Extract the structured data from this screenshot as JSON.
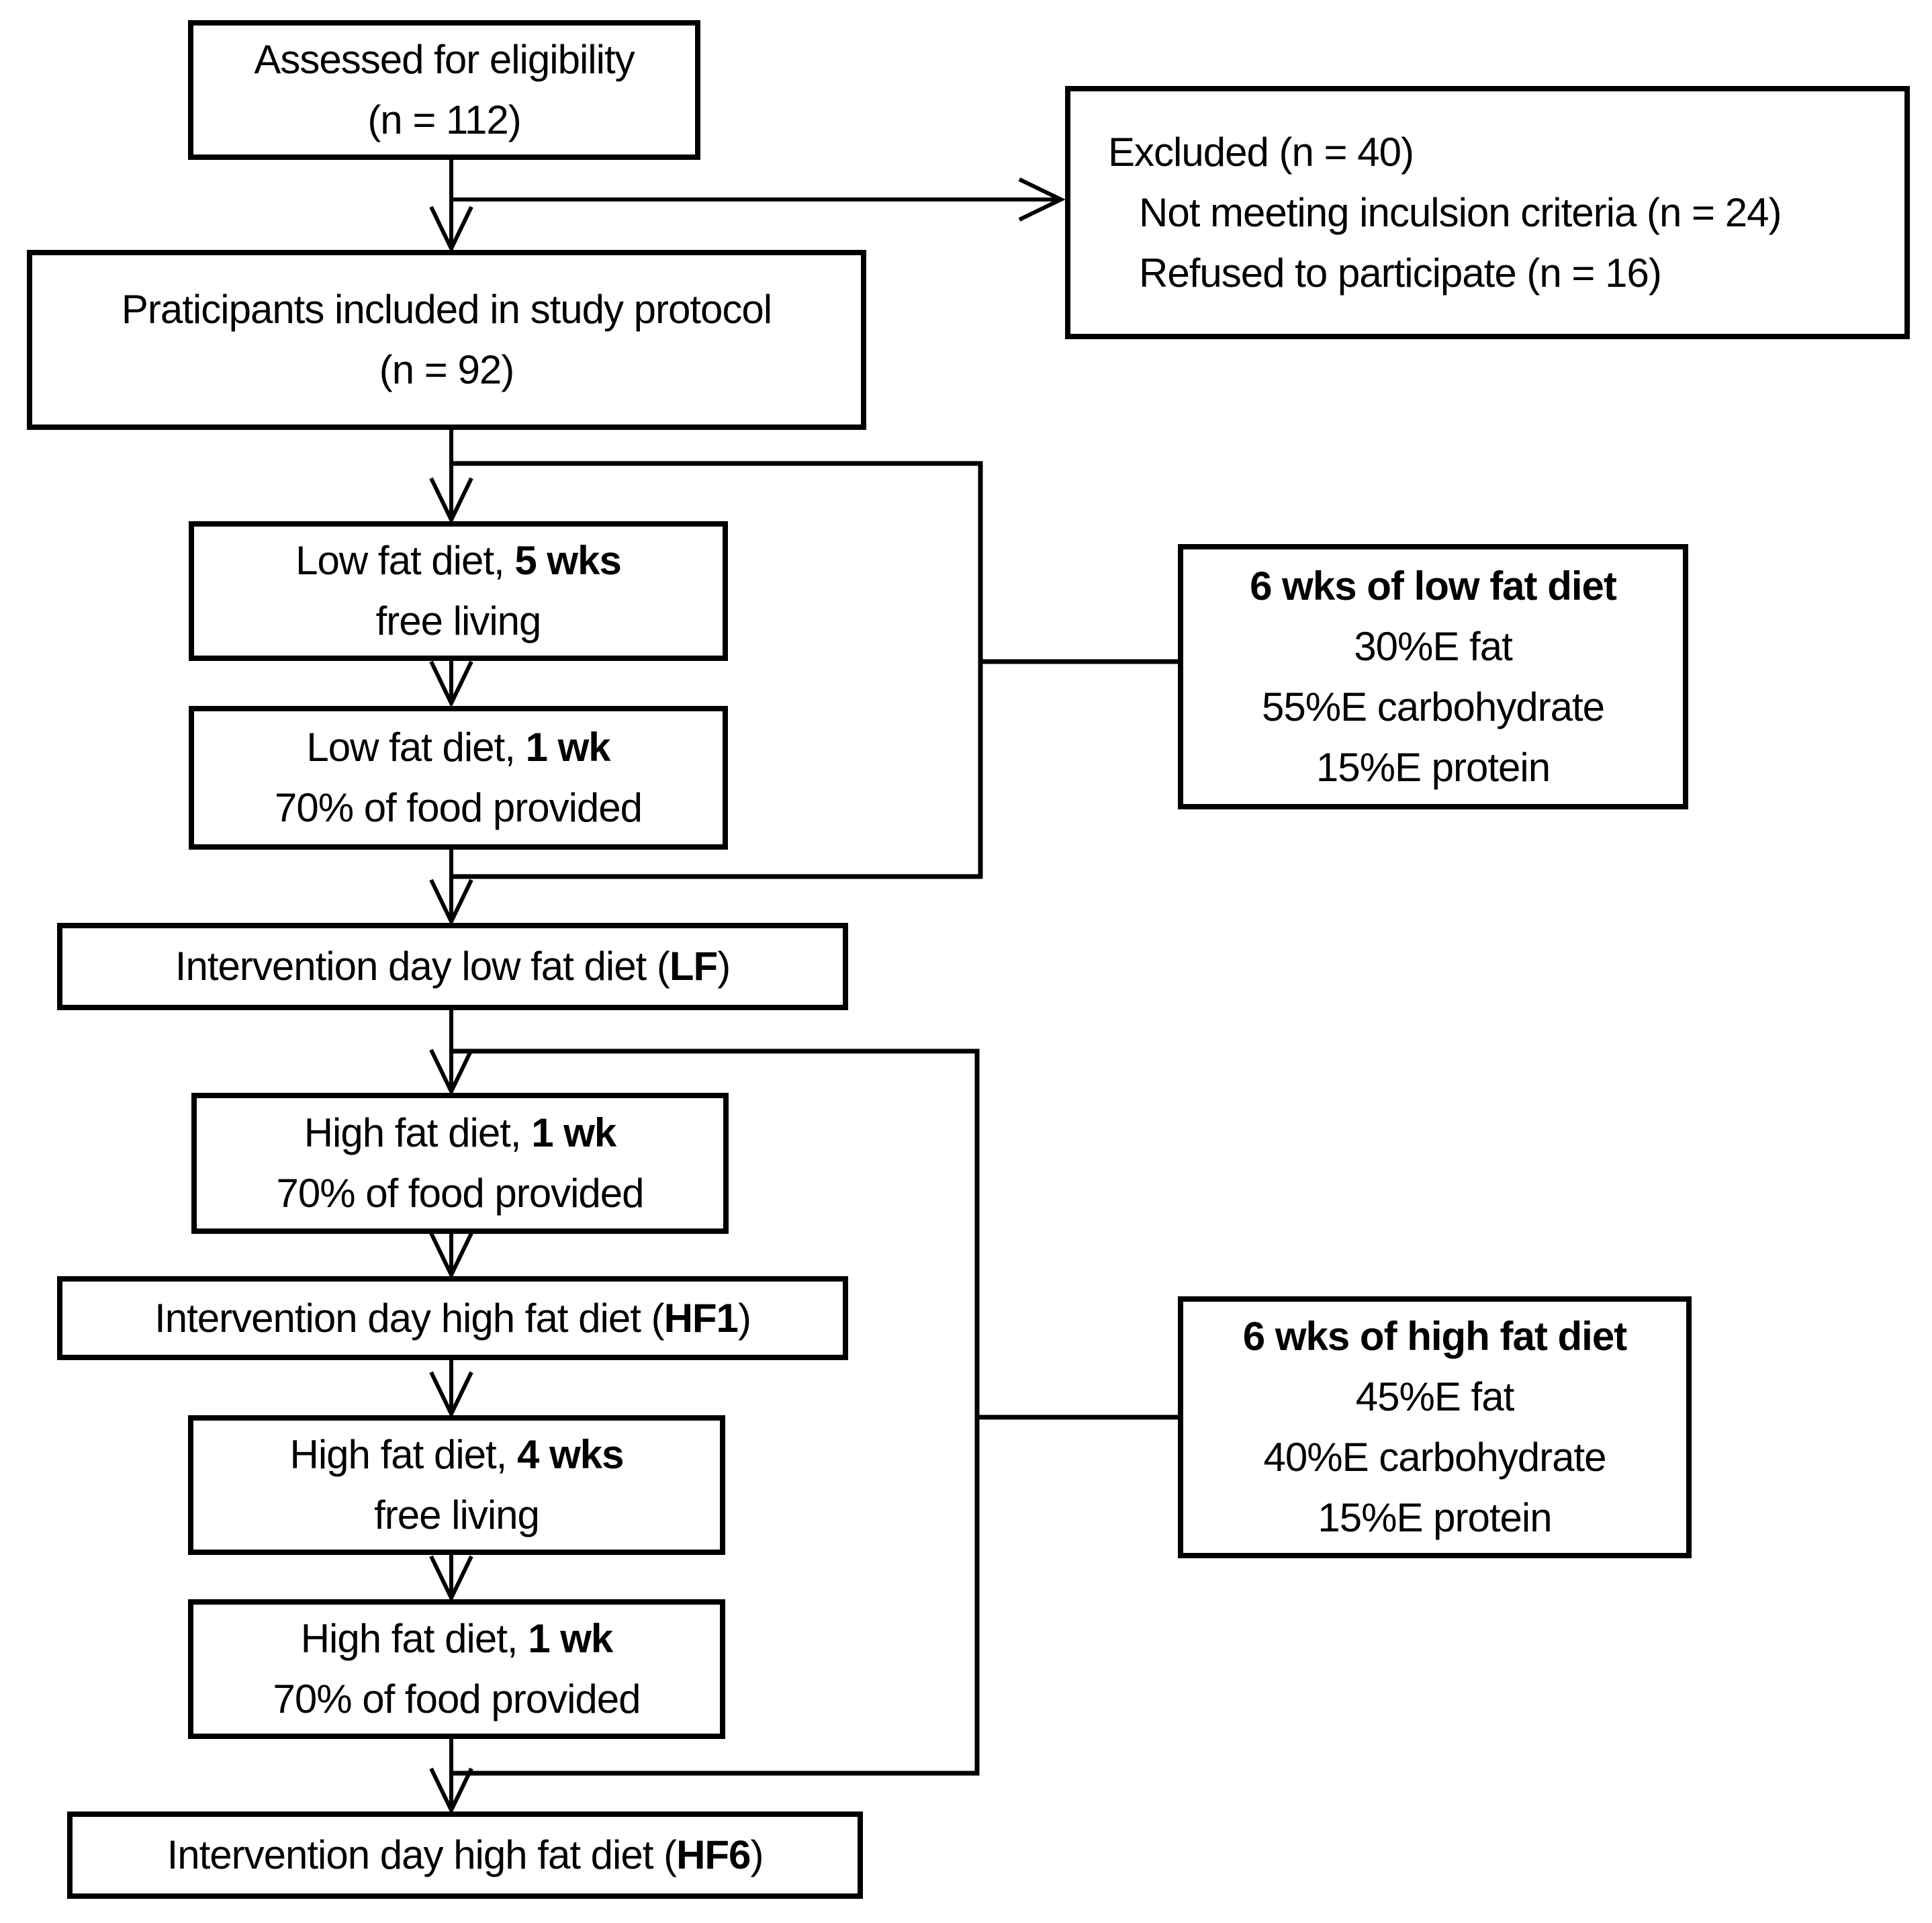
{
  "colors": {
    "line": "#000000",
    "background": "#ffffff",
    "box_fill": "#ffffff"
  },
  "boxes": {
    "assessed": {
      "line1": "Assessed for eligibility",
      "line2": "(n = 112)"
    },
    "excluded": {
      "line1": "Excluded (n = 40)",
      "line2": "Not meeting inculsion criteria (n = 24)",
      "line3": "Refused to participate (n = 16)"
    },
    "participants": {
      "line1": "Praticipants included in study protocol",
      "line2": "(n = 92)"
    },
    "low_fat_5wks": {
      "l1_pre": "Low fat diet, ",
      "l1_bold": "5 wks",
      "line2": "free living"
    },
    "low_fat_1wk": {
      "l1_pre": "Low fat diet, ",
      "l1_bold": "1 wk",
      "line2": "70% of food provided"
    },
    "low_fat_info": {
      "title": "6 wks of low fat diet",
      "line2": "30%E fat",
      "line3": "55%E carbohydrate",
      "line4": "15%E protein"
    },
    "intervention_lf": {
      "pre": "Intervention day low fat diet (",
      "bold": "LF",
      "post": ")"
    },
    "high_fat_1wk_first": {
      "l1_pre": "High fat diet, ",
      "l1_bold": "1 wk",
      "line2": "70% of food provided"
    },
    "intervention_hf1": {
      "pre": "Intervention day high fat diet (",
      "bold": "HF1",
      "post": ")"
    },
    "high_fat_4wks": {
      "l1_pre": "High fat diet, ",
      "l1_bold": "4 wks",
      "line2": "free living"
    },
    "high_fat_1wk_second": {
      "l1_pre": "High fat diet, ",
      "l1_bold": "1 wk",
      "line2": "70% of food provided"
    },
    "high_fat_info": {
      "title": "6 wks of high fat diet",
      "line2": "45%E fat",
      "line3": "40%E carbohydrate",
      "line4": "15%E protein"
    },
    "intervention_hf6": {
      "pre": "Intervention day high fat diet (",
      "bold": "HF6",
      "post": ")"
    }
  }
}
